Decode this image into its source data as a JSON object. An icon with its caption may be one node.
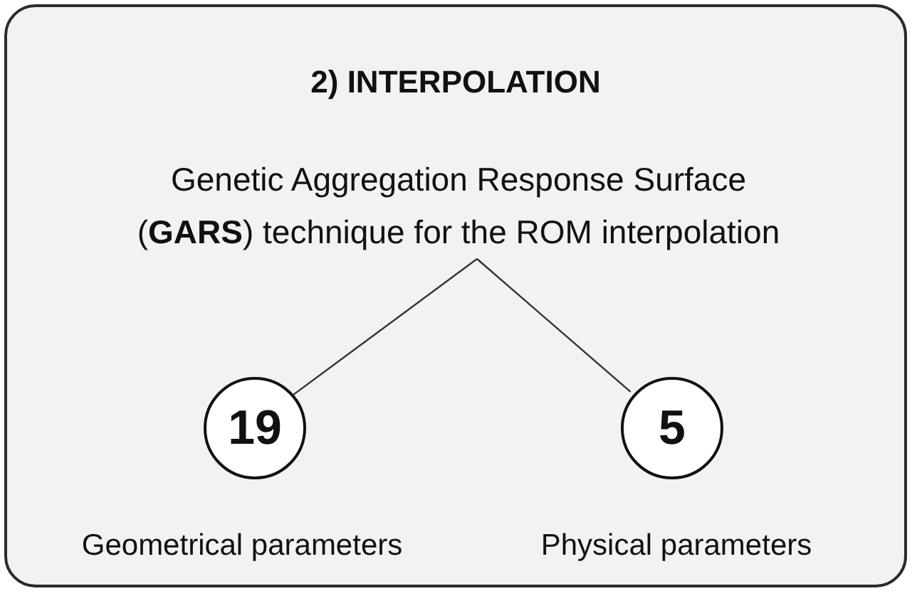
{
  "diagram": {
    "nodes": [
      {
        "text": [
          "2) INTERPOLATION"
        ]
      },
      {
        "text": [
          "Genetic Aggregation Response Surface (**GARS**) technique for the ROM interpolation"
        ],
        "in": 0
      },
      {
        "text": [
          "19"
        ],
        "in": 0,
        "beside": [
          "Geometrical parameters"
        ]
      },
      {
        "text": [
          "5"
        ],
        "in": 0,
        "beside": [
          "Physical parameters"
        ]
      }
    ],
    "edges": [
      {
        "from": 1,
        "to": 2,
        "arrow": "none"
      },
      {
        "from": 1,
        "to": 3,
        "arrow": "none"
      }
    ]
  }
}
